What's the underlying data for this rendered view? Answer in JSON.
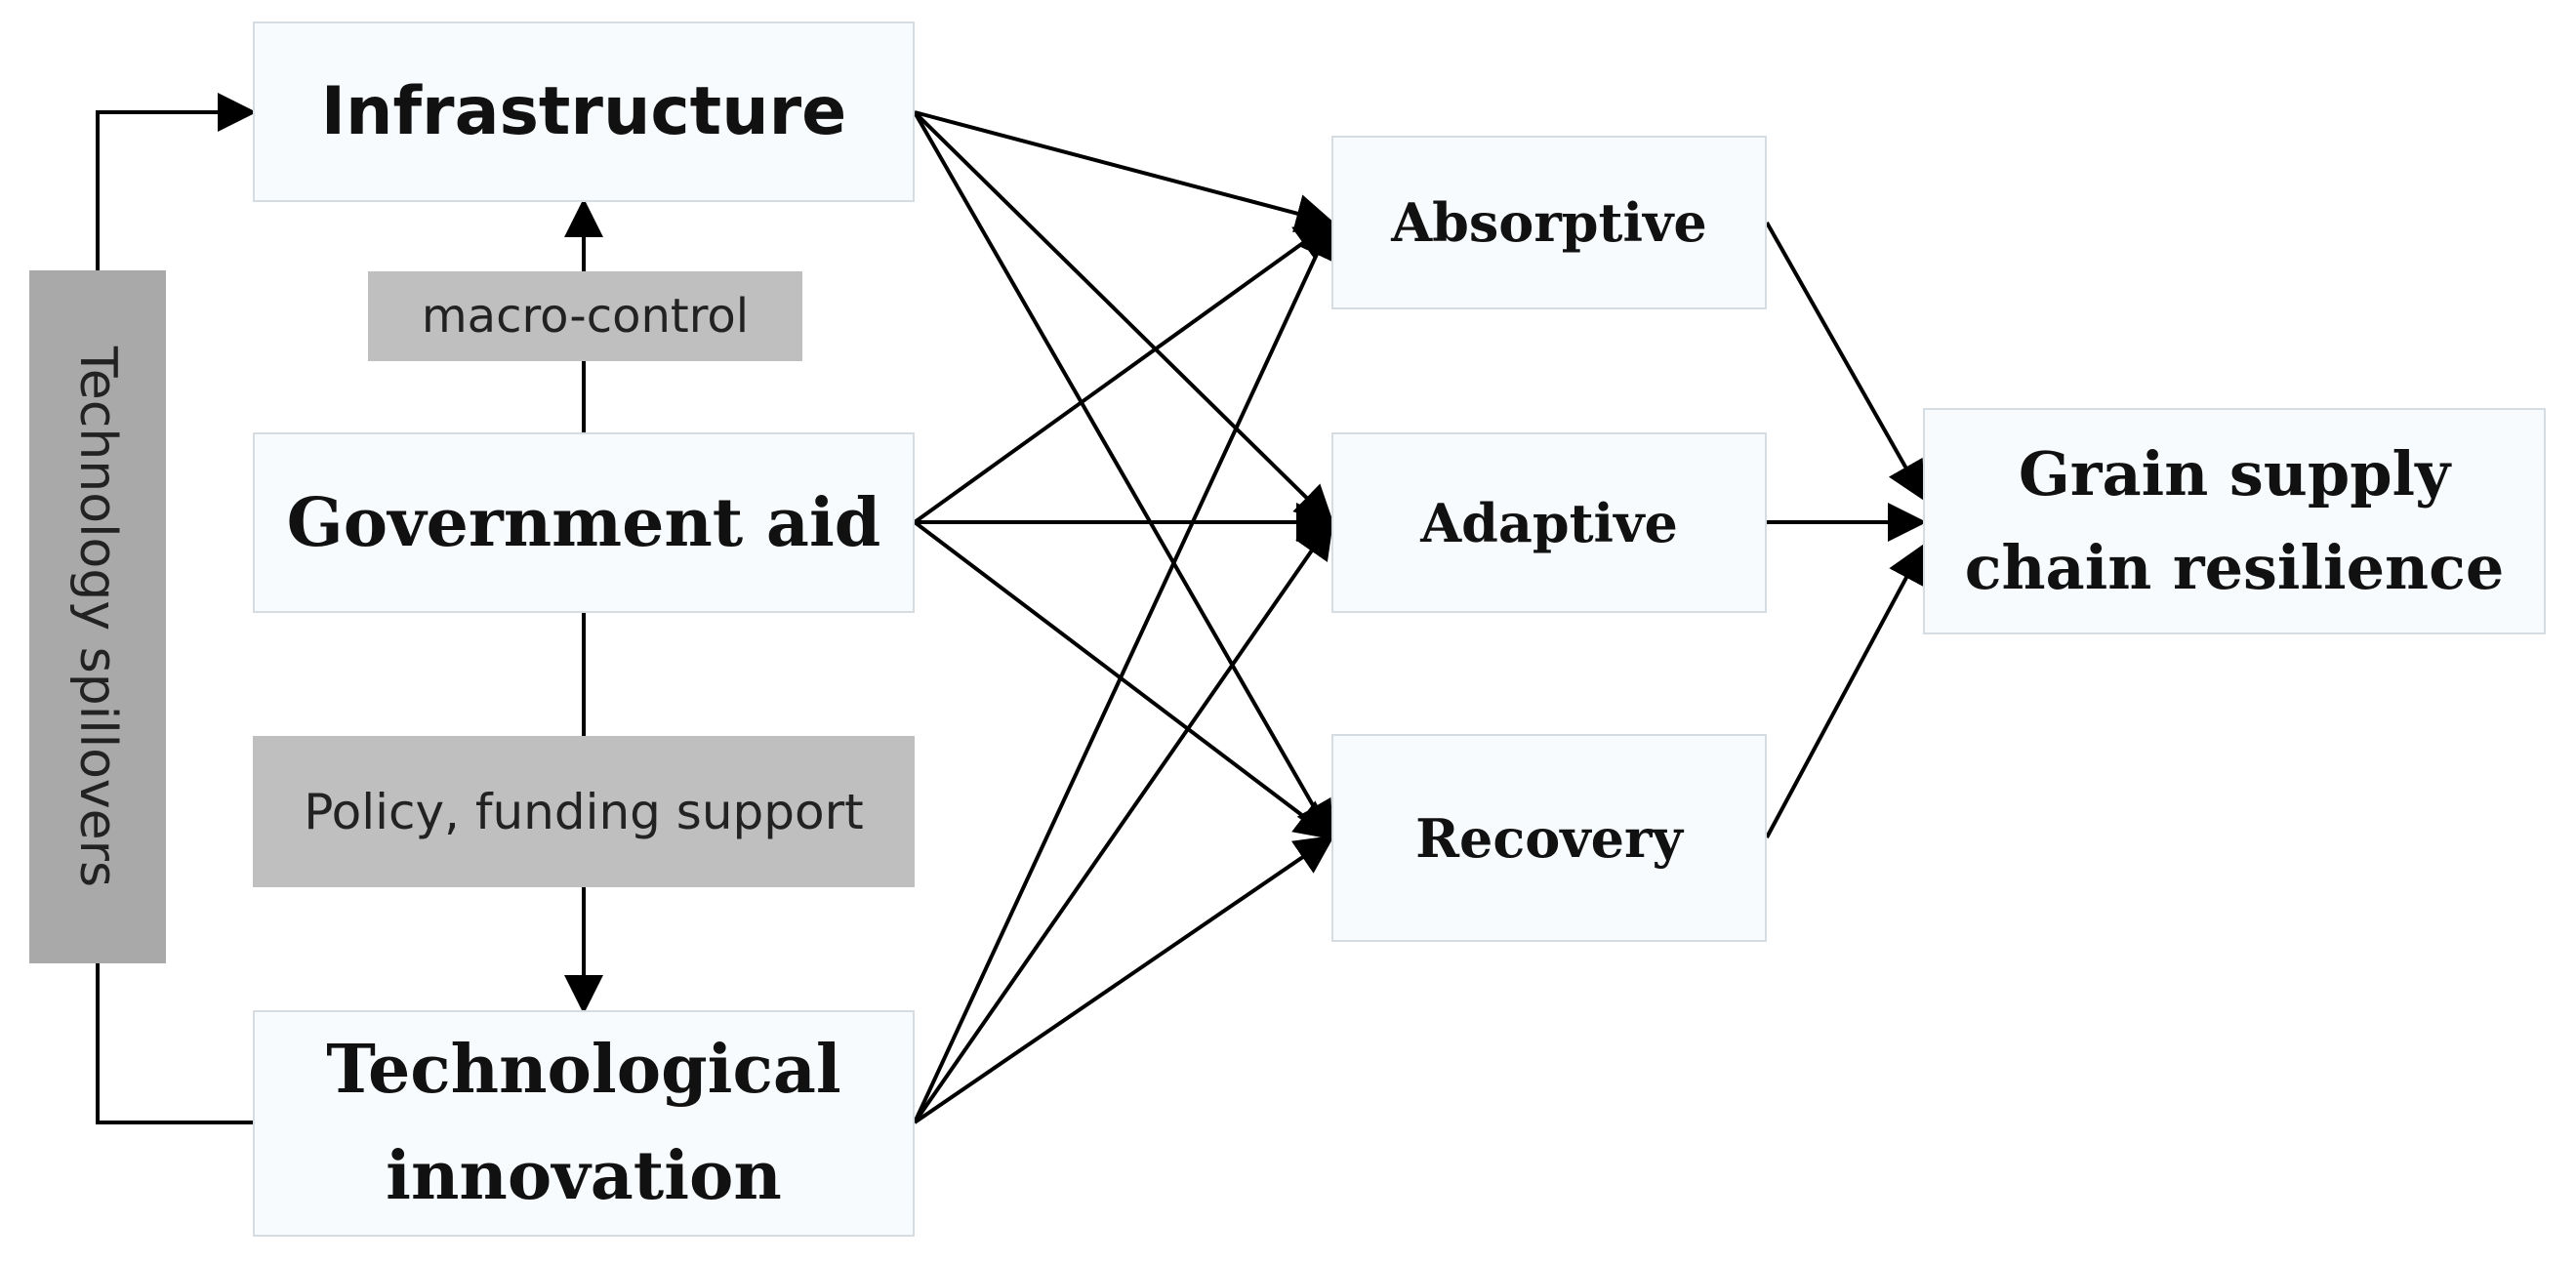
{
  "nodes": {
    "infrastructure": "Infrastructure",
    "government_aid": "Government aid",
    "technological_innovation_line1": "Technological",
    "technological_innovation_line2": "innovation",
    "absorptive": "Absorptive",
    "adaptive": "Adaptive",
    "recovery": "Recovery",
    "grain_line1": "Grain supply",
    "grain_line2": "chain resilience"
  },
  "labels": {
    "macro_control": "macro-control",
    "policy_funding": "Policy, funding support",
    "technology_spillovers": "Technology spillovers"
  },
  "edges": [
    {
      "from": "infrastructure",
      "to": "absorptive"
    },
    {
      "from": "infrastructure",
      "to": "adaptive"
    },
    {
      "from": "infrastructure",
      "to": "recovery"
    },
    {
      "from": "government_aid",
      "to": "absorptive"
    },
    {
      "from": "government_aid",
      "to": "adaptive"
    },
    {
      "from": "government_aid",
      "to": "recovery"
    },
    {
      "from": "technological_innovation",
      "to": "absorptive"
    },
    {
      "from": "technological_innovation",
      "to": "adaptive"
    },
    {
      "from": "technological_innovation",
      "to": "recovery"
    },
    {
      "from": "absorptive",
      "to": "grain_supply_chain_resilience"
    },
    {
      "from": "adaptive",
      "to": "grain_supply_chain_resilience"
    },
    {
      "from": "recovery",
      "to": "grain_supply_chain_resilience"
    },
    {
      "from": "government_aid",
      "to": "infrastructure",
      "via": "macro_control"
    },
    {
      "from": "government_aid",
      "to": "technological_innovation",
      "via": "policy_funding"
    },
    {
      "from": "technological_innovation",
      "to": "infrastructure",
      "via": "technology_spillovers"
    }
  ]
}
